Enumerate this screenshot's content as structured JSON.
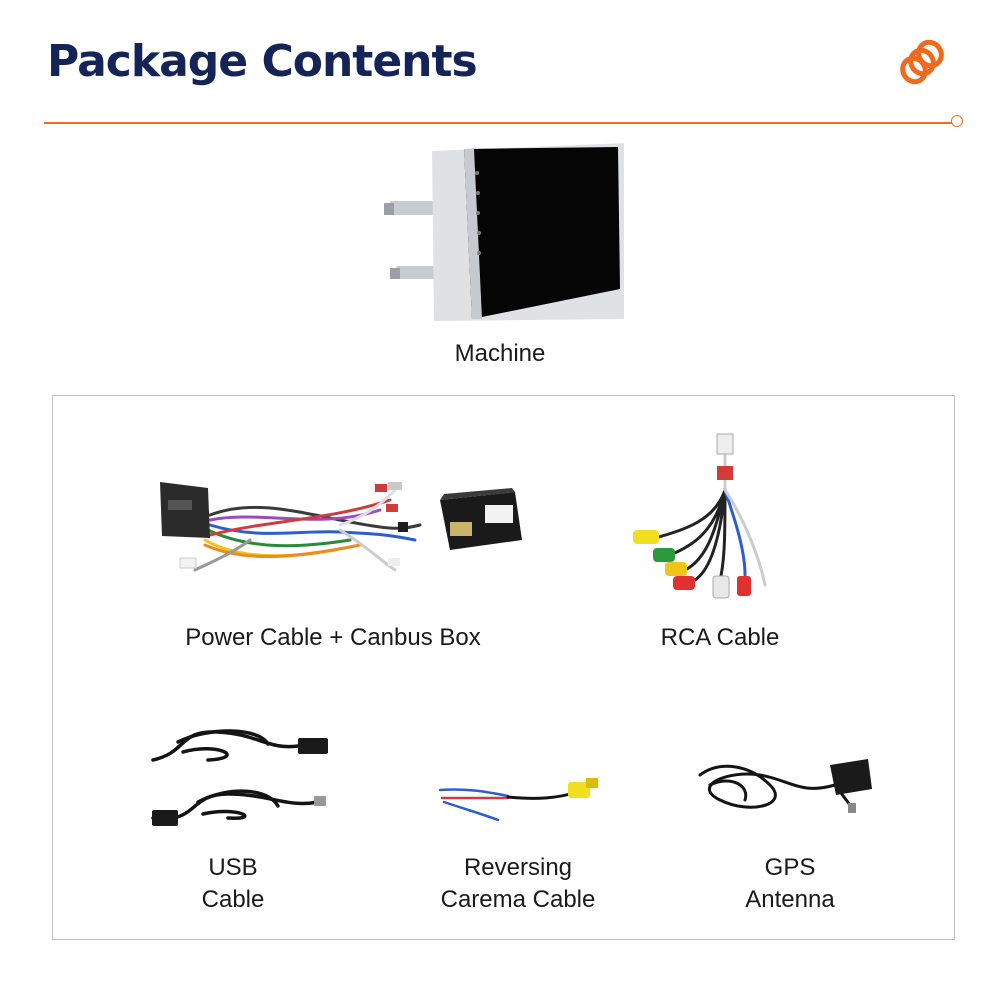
{
  "header": {
    "title": "Package Contents",
    "accent_color": "#e8711f",
    "title_color": "#152456",
    "logo_icon": "orange-coil-logo"
  },
  "items": {
    "machine": {
      "label": "Machine",
      "icon": "car-stereo-unit"
    },
    "power": {
      "label": "Power Cable + Canbus Box",
      "icon": "wiring-harness"
    },
    "rca": {
      "label": "RCA Cable",
      "icon": "rca-cable"
    },
    "usb": {
      "label_line1": "USB",
      "label_line2": "Cable",
      "icon": "usb-cable"
    },
    "camera": {
      "label_line1": "Reversing",
      "label_line2": "Carema Cable",
      "icon": "camera-cable"
    },
    "gps": {
      "label_line1": "GPS",
      "label_line2": "Antenna",
      "icon": "gps-antenna"
    }
  }
}
